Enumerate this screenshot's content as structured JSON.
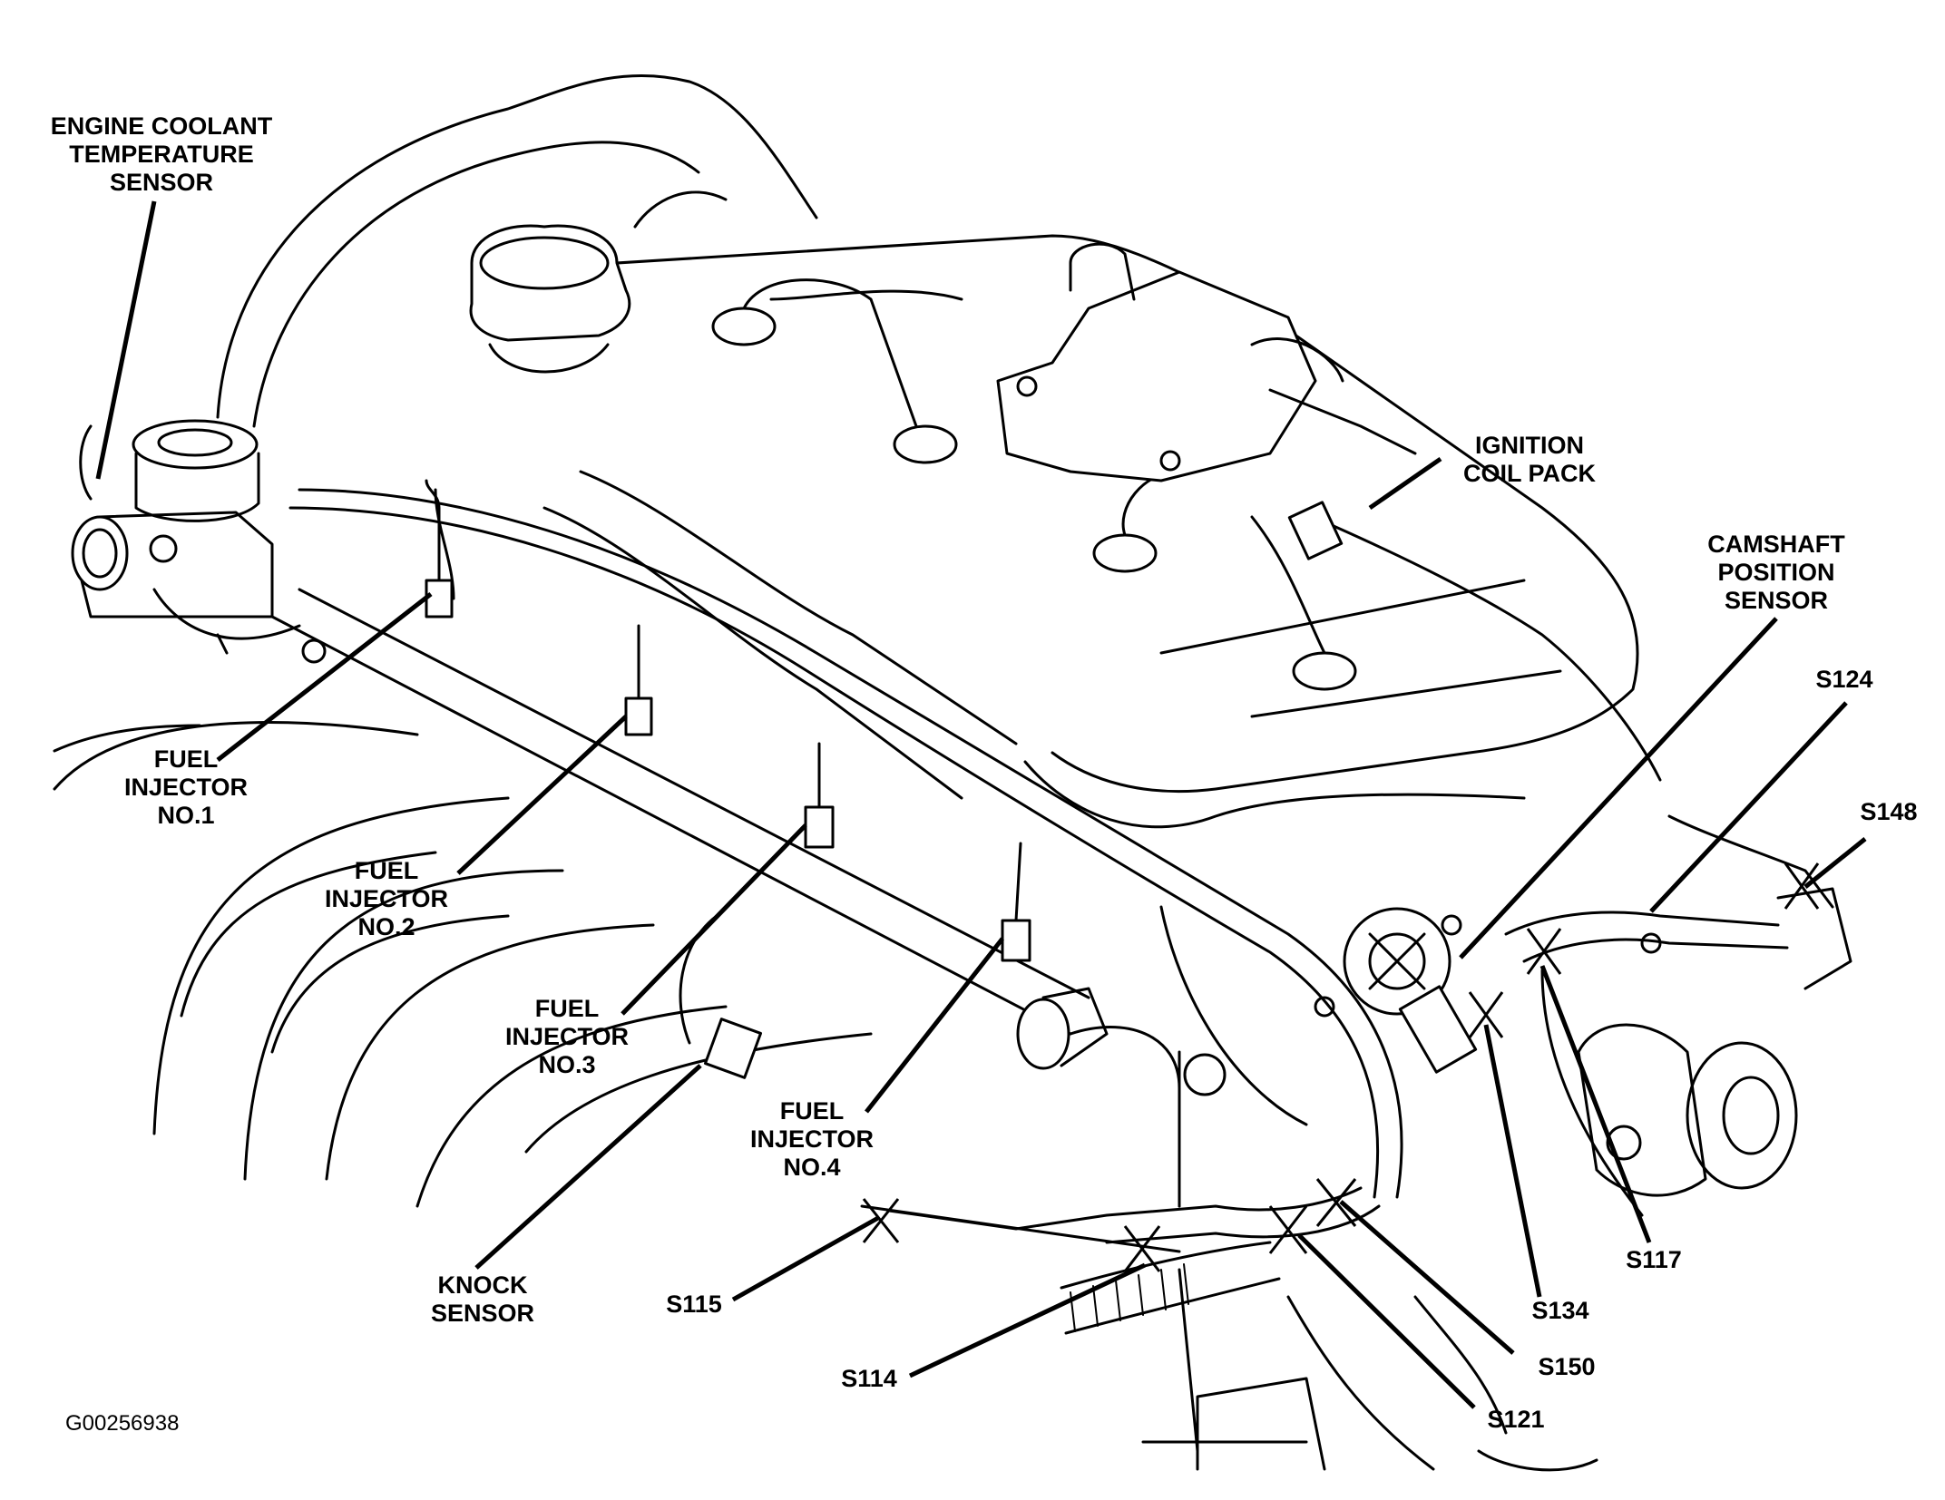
{
  "labels": {
    "ect": [
      "ENGINE COOLANT",
      "TEMPERATURE",
      "SENSOR"
    ],
    "inj1": [
      "FUEL",
      "INJECTOR",
      "NO.1"
    ],
    "inj2": [
      "FUEL",
      "INJECTOR",
      "NO.2"
    ],
    "inj3": [
      "FUEL",
      "INJECTOR",
      "NO.3"
    ],
    "inj4": [
      "FUEL",
      "INJECTOR",
      "NO.4"
    ],
    "knock": [
      "KNOCK",
      "SENSOR"
    ],
    "coil": [
      "IGNITION",
      "COIL PACK"
    ],
    "cmp": [
      "CAMSHAFT",
      "POSITION",
      "SENSOR"
    ],
    "s124": "S124",
    "s148": "S148",
    "s117": "S117",
    "s134": "S134",
    "s150": "S150",
    "s121": "S121",
    "s114": "S114",
    "s115": "S115"
  },
  "figure_code": "G00256938"
}
